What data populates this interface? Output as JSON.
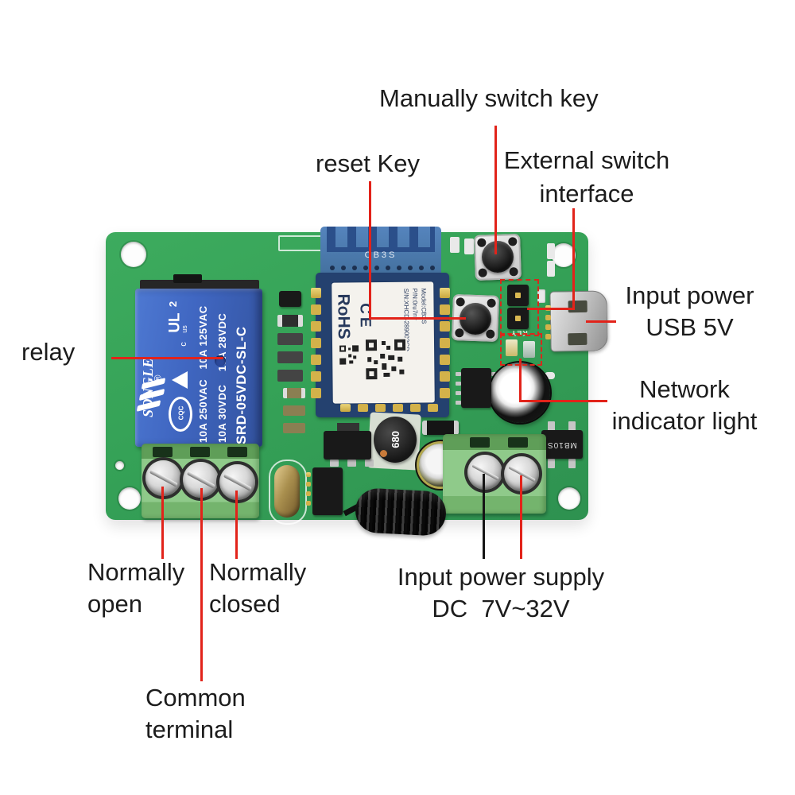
{
  "colors": {
    "red": "#e2231a",
    "ink": "#1c1c1c",
    "pcb": "#35a257",
    "pcb_dark": "#2c8c4a",
    "relay_blue": "#3d63bc",
    "module_navy": "#24416f",
    "terminal_green": "#8cc687",
    "gold": "#d9b952"
  },
  "callouts": {
    "manually_switch_key": "Manually switch key",
    "reset_key": "reset Key",
    "external_switch": {
      "line1": "External switch",
      "line2": "interface"
    },
    "input_power_usb": {
      "line1": "Input power",
      "line2": "USB 5V"
    },
    "relay": "relay",
    "network_indicator": {
      "line1": "Network",
      "line2": "indicator light"
    },
    "normally_open": {
      "line1": "Normally",
      "line2": "open"
    },
    "normally_closed": {
      "line1": "Normally",
      "line2": "closed"
    },
    "input_power_supply": {
      "line1": "Input power supply",
      "line2": "DC  7V~32V"
    },
    "common_terminal": {
      "line1": "Common",
      "line2": "terminal"
    }
  },
  "board_markings": {
    "relay": {
      "brand": "SONGLE",
      "reg_mark": "®",
      "ul_code": "2",
      "ul_mark": "UL",
      "ul_us": "us",
      "ul_c": "c",
      "cqc": "CQC",
      "ratings_ac": "10A 250VAC   10A 125VAC",
      "ratings_dc": "10A 30VDC    10A 28VDC",
      "model": "SRD-05VDC-SL-C"
    },
    "wifi_module": {
      "antenna_label": "CB3S",
      "rohs": "RoHS",
      "ce_mark": "CE",
      "model": "Model:CB3S",
      "part_number": "P/N:0ru7nv",
      "serial_number": "S/N:XHCD-289003CD"
    },
    "bridge_rectifier": "MB10S",
    "inductor": "680",
    "key_silkscreen": "KEY"
  }
}
